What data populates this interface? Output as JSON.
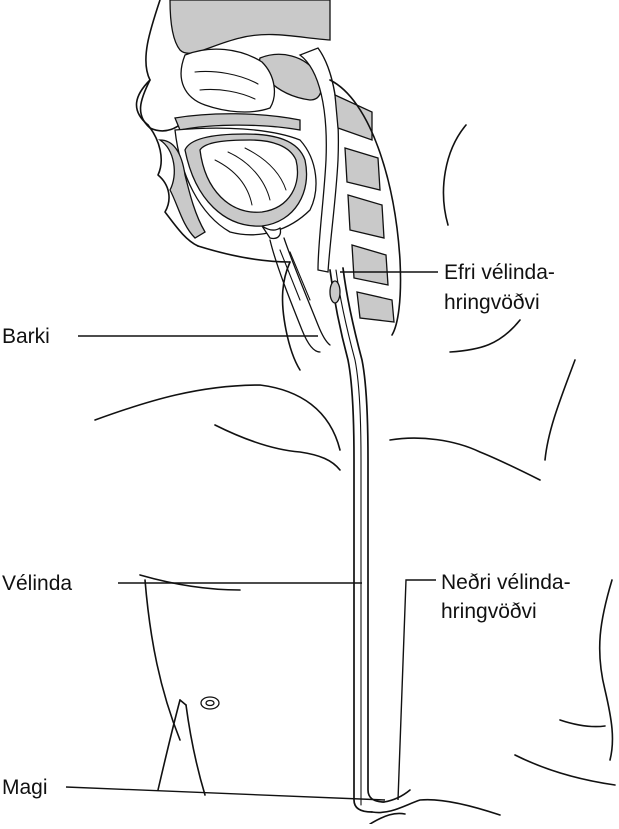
{
  "labels": {
    "upper_sphincter": {
      "line1": "Efri vélinda-",
      "line2": "hringvöðvi"
    },
    "trachea": "Barki",
    "esophagus": "Vélinda",
    "lower_sphincter": {
      "line1": "Neðri vélinda-",
      "line2": "hringvöðvi"
    },
    "stomach": "Magi"
  },
  "colors": {
    "ink": "#111111",
    "tissue_fill": "#c9c9c9",
    "background": "#ffffff"
  }
}
